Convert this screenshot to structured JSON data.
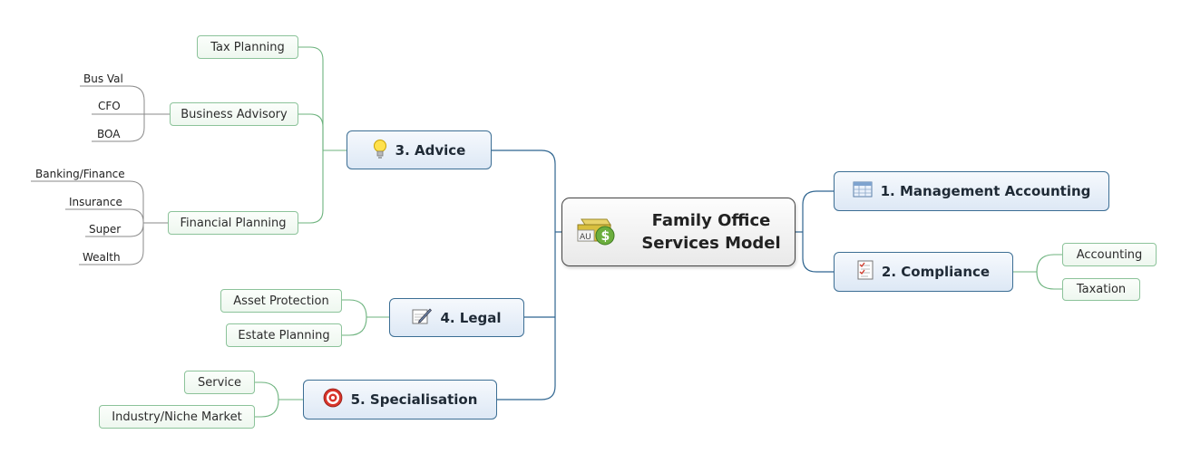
{
  "central": {
    "title_line1": "Family Office",
    "title_line2": "Services Model",
    "icon_text_left": "AU",
    "icon_text_right": "$"
  },
  "branches": {
    "management_accounting": {
      "label": "1. Management Accounting",
      "icon": "spreadsheet-icon"
    },
    "compliance": {
      "label": "2. Compliance",
      "icon": "checklist-icon",
      "children": [
        "Accounting",
        "Taxation"
      ]
    },
    "advice": {
      "label": "3. Advice",
      "icon": "lightbulb-icon",
      "children": {
        "tax_planning": "Tax Planning",
        "business_advisory": {
          "label": "Business Advisory",
          "leaves": [
            "Bus Val",
            "CFO",
            "BOA"
          ]
        },
        "financial_planning": {
          "label": "Financial Planning",
          "leaves": [
            "Banking/Finance",
            "Insurance",
            "Super",
            "Wealth"
          ]
        }
      }
    },
    "legal": {
      "label": "4. Legal",
      "icon": "pen-paper-icon",
      "children": [
        "Asset Protection",
        "Estate Planning"
      ]
    },
    "specialisation": {
      "label": "5. Specialisation",
      "icon": "target-icon",
      "children": [
        "Service",
        "Industry/Niche Market"
      ]
    }
  },
  "colors": {
    "main_link": "#2f6590",
    "sub_link": "#6db37e",
    "leaf_link": "#8a8a8a"
  }
}
